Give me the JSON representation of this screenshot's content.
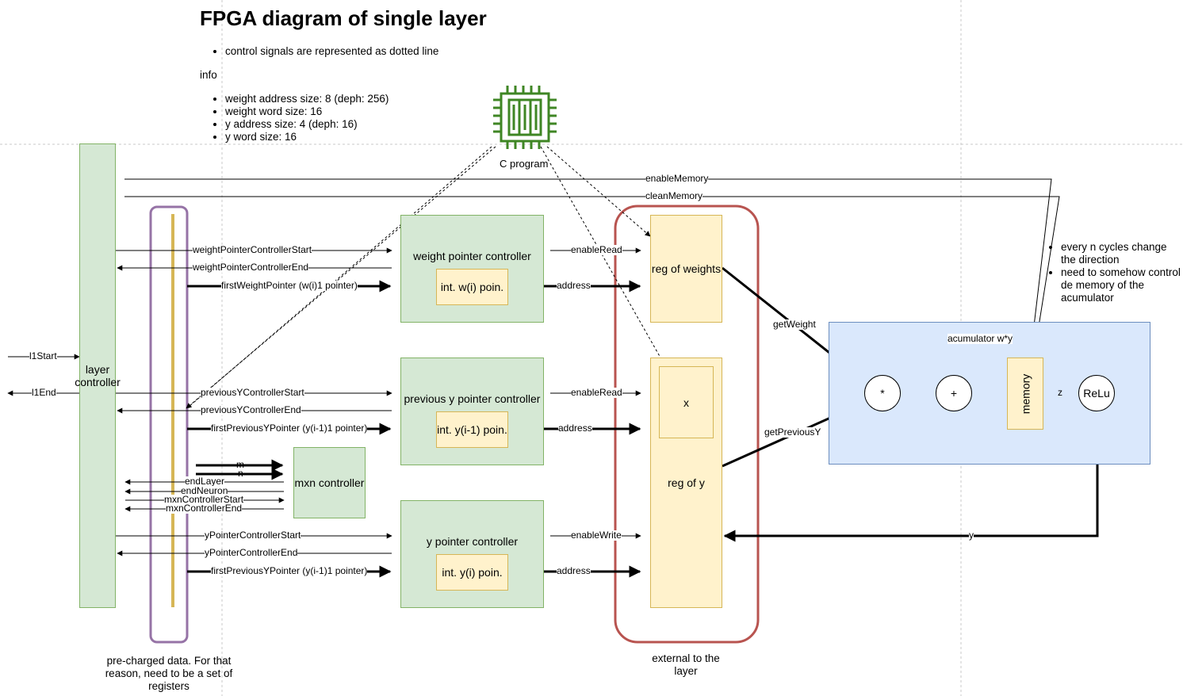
{
  "title": "FPGA diagram of single layer",
  "notes": {
    "control_signals": "control signals are represented as dotted line",
    "info_label": "info",
    "info_items": [
      "weight address size: 8 (deph: 256)",
      "weight word size: 16",
      "y address size: 4 (deph: 16)",
      "y word size: 16"
    ]
  },
  "cpu": {
    "label": "C program",
    "icon": "cpu-chip-icon",
    "color": "#3f8624"
  },
  "blocks": {
    "layer_controller": "layer controller",
    "weight_pointer_controller": "weight pointer controller",
    "int_w_poin": "int. w(i) poin.",
    "previous_y_pointer_controller": "previous y pointer controller",
    "int_prev_y_poin": "int. y(i-1) poin.",
    "mxn_controller": "mxn controller",
    "y_pointer_controller": "y pointer controller",
    "int_y_poin": "int. y(i) poin.",
    "reg_of_weights": "reg of weights",
    "reg_of_y": "reg of y",
    "x_box": "x",
    "memory": "memory",
    "relu": "ReLu",
    "mult": "*",
    "plus": "+"
  },
  "signals": {
    "l1_start": "l1Start",
    "l1_end": "l1End",
    "enable_memory": "enableMemory",
    "clean_memory": "cleanMemory",
    "weight_pc_start": "weightPointerControllerStart",
    "weight_pc_end": "weightPointerControllerEnd",
    "first_weight_pointer": "firstWeightPointer (w(i)1 pointer)",
    "enable_read_w": "enableRead",
    "address_w": "address",
    "get_weight": "getWeight",
    "prev_y_start": "previousYControllerStart",
    "prev_y_end": "previousYControllerEnd",
    "first_prev_y_pointer": "firstPreviousYPointer (y(i-1)1 pointer)",
    "enable_read_y": "enableRead",
    "address_y": "address",
    "get_previous_y": "getPreviousY",
    "m": "m",
    "n": "n",
    "end_layer": "endLayer",
    "end_neuron": "endNeuron",
    "mxn_start": "mxnControllerStart",
    "mxn_end": "mxnControllerEnd",
    "y_pc_start": "yPointerControllerStart",
    "y_pc_end": "yPointerControllerEnd",
    "first_prev_y_pointer_2": "firstPreviousYPointer (y(i-1)1 pointer)",
    "enable_write": "enableWrite",
    "address_yw": "address",
    "acumulator": "acumulator w*y",
    "z": "z",
    "y": "y"
  },
  "side_notes": {
    "direction": [
      "every n cycles change the direction",
      "need to somehow control de memory of the acumulator"
    ],
    "precharged": "pre-charged data. For that reason, need to be a set of registers",
    "external": "external to the layer"
  },
  "colors": {
    "green_fill": "#d5e8d4",
    "green_stroke": "#82b366",
    "yellow_fill": "#fff2cc",
    "yellow_stroke": "#d6b656",
    "blue_fill": "#dae8fc",
    "blue_stroke": "#6c8ebf",
    "register_group_stroke": "#9673a6",
    "bus_color": "#d6b656",
    "external_group_stroke": "#b85450"
  }
}
